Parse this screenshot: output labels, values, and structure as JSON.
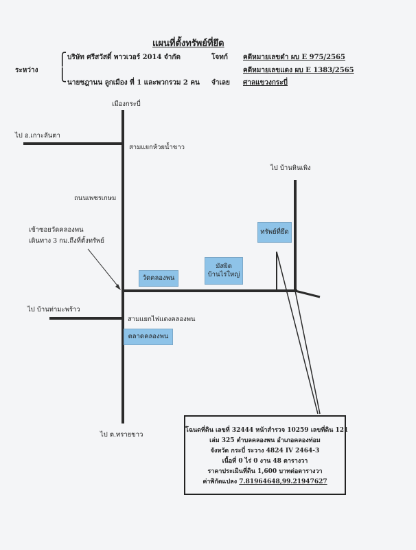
{
  "title": "แผนที่ตั้งทรัพย์ที่ยึด",
  "header": {
    "between_label": "ระหว่าง",
    "plaintiff": "บริษัท ศรีสวัสดิ์ พาวเวอร์ 2014 จำกัด",
    "plaintiff_role": "โจทก์",
    "defendant": "นายชฎานน ลูกเมือง ที่ 1 และพวกรวม 2 คน",
    "defendant_role": "จำเลย",
    "case_black": "คดีหมายเลขดำ ผบ E 975/2565",
    "case_red": "คดีหมายเลขแดง ผบ E 1383/2565",
    "court": "ศาลแขวงกระบี่"
  },
  "map": {
    "labels": {
      "north_town": "เมืองกระบี่",
      "to_ko_lanta": "ไป อ.เกาะลันตา",
      "junction_huai_nam_khao": "สามแยกห้วยน้ำขาว",
      "road_phetkasem": "ถนนเพชรเกษม",
      "to_ban_hin_phoeng": "ไป บ้านหินเพิง",
      "soi_entrance_line1": "เข้าซอยวัดคลองพน",
      "soi_entrance_line2": "เดินทาง 3 กม.ถึงที่ตั้งทรัพย์",
      "to_ban_tha_maphrao": "ไป บ้านท่ามะพร้าว",
      "junction_traffic_light": "สามแยกไฟแดงคลองพน",
      "to_sai_khao": "ไป ต.ทรายขาว"
    },
    "landmarks": {
      "property": "ทรัพย์ที่ยึด",
      "temple": "วัดคลองพน",
      "mosque_line1": "มัสยิด",
      "mosque_line2": "บ้านไร่ใหญ่",
      "market": "ตลาดคลองพน"
    },
    "colors": {
      "landmark_fill": "#8ec3e8",
      "road": "#2b2b2b"
    }
  },
  "deed": {
    "line1": "โฉนดที่ดิน เลขที่ 32444 หน้าสำรวจ 10259 เลขที่ดิน 121",
    "line2": "เล่ม 325 ตำบลคลองพน อำเภอคลองท่อม",
    "line3": "จังหวัด กระบี่ ระวาง 4824 IV 2464-3",
    "line4": "เนื้อที่ 0 ไร่ 0 งาน 48 ตารางวา",
    "line5": "ราคาประเมินที่ดิน 1,600 บาทต่อตารางวา",
    "coords_label": "ค่าพิกัดแปลง",
    "coords_value": "7.81964648,99.21947627"
  }
}
